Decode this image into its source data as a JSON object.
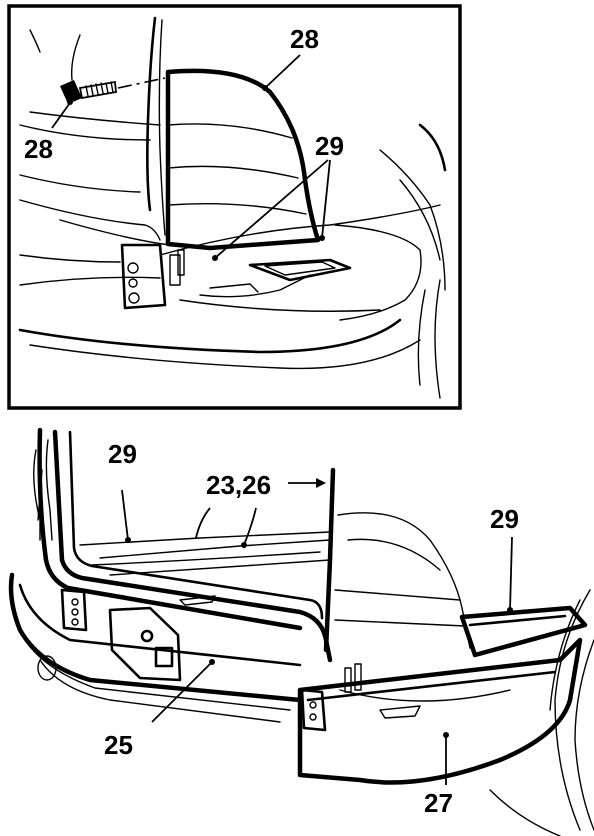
{
  "detail_view": {
    "callouts": {
      "bolt_label": "28",
      "panel_label": "28",
      "clip_label": "29"
    }
  },
  "main_view": {
    "callouts": {
      "left_strip": "29",
      "floor_panel": "23,26",
      "right_strip": "29",
      "bumper": "25",
      "lower_trim": "27"
    }
  }
}
